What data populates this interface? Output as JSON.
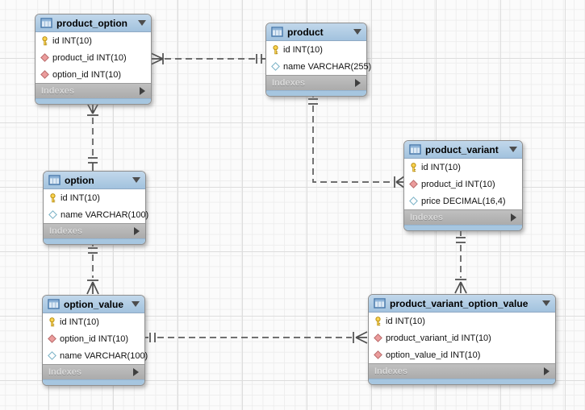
{
  "diagram": {
    "kind": "EER database diagram",
    "colors": {
      "table_header_bg": "#aac8e2",
      "footer_bar_bg": "#b4b4b4",
      "primary_key_icon_color": "#f7c63e",
      "foreign_key_icon_color": "#e89595",
      "attribute_icon_color": "#ffffff",
      "connector_color": "#5c5c5c"
    },
    "tables": [
      {
        "name": "product_option",
        "header_icon": "table-icon",
        "collapse_icon": "triangle-down-icon",
        "columns": [
          {
            "icon": "primary-key-icon",
            "label": "id INT(10)"
          },
          {
            "icon": "foreign-key-icon",
            "label": "product_id INT(10)"
          },
          {
            "icon": "foreign-key-icon",
            "label": "option_id INT(10)"
          }
        ],
        "footer": {
          "label": "Indexes",
          "expand_icon": "triangle-right-icon"
        }
      },
      {
        "name": "product",
        "header_icon": "table-icon",
        "collapse_icon": "triangle-down-icon",
        "columns": [
          {
            "icon": "primary-key-icon",
            "label": "id INT(10)"
          },
          {
            "icon": "attribute-icon",
            "label": "name VARCHAR(255)"
          }
        ],
        "footer": {
          "label": "Indexes",
          "expand_icon": "triangle-right-icon"
        }
      },
      {
        "name": "product_variant",
        "header_icon": "table-icon",
        "collapse_icon": "triangle-down-icon",
        "columns": [
          {
            "icon": "primary-key-icon",
            "label": "id INT(10)"
          },
          {
            "icon": "foreign-key-icon",
            "label": "product_id INT(10)"
          },
          {
            "icon": "attribute-icon",
            "label": "price DECIMAL(16,4)"
          }
        ],
        "footer": {
          "label": "Indexes",
          "expand_icon": "triangle-right-icon"
        }
      },
      {
        "name": "option",
        "header_icon": "table-icon",
        "collapse_icon": "triangle-down-icon",
        "columns": [
          {
            "icon": "primary-key-icon",
            "label": "id INT(10)"
          },
          {
            "icon": "attribute-icon",
            "label": "name VARCHAR(100)"
          }
        ],
        "footer": {
          "label": "Indexes",
          "expand_icon": "triangle-right-icon"
        }
      },
      {
        "name": "option_value",
        "header_icon": "table-icon",
        "collapse_icon": "triangle-down-icon",
        "columns": [
          {
            "icon": "primary-key-icon",
            "label": "id INT(10)"
          },
          {
            "icon": "foreign-key-icon",
            "label": "option_id INT(10)"
          },
          {
            "icon": "attribute-icon",
            "label": "name VARCHAR(100)"
          }
        ],
        "footer": {
          "label": "Indexes",
          "expand_icon": "triangle-right-icon"
        }
      },
      {
        "name": "product_variant_option_value",
        "header_icon": "table-icon",
        "collapse_icon": "triangle-down-icon",
        "columns": [
          {
            "icon": "primary-key-icon",
            "label": "id INT(10)"
          },
          {
            "icon": "foreign-key-icon",
            "label": "product_variant_id INT(10)"
          },
          {
            "icon": "foreign-key-icon",
            "label": "option_value_id INT(10)"
          }
        ],
        "footer": {
          "label": "Indexes",
          "expand_icon": "triangle-right-icon"
        }
      }
    ],
    "connectors": [
      {
        "many_end": "product_option",
        "one_end": "product",
        "style": "dashed",
        "notation": "crow-foot many to double-bar one"
      },
      {
        "many_end": "product_option",
        "one_end": "option",
        "style": "dashed",
        "notation": "crow-foot many to double-bar one"
      },
      {
        "many_end": "product_variant",
        "one_end": "product",
        "style": "dashed",
        "notation": "crow-foot many to double-bar one"
      },
      {
        "many_end": "option_value",
        "one_end": "option",
        "style": "dashed",
        "notation": "crow-foot many to double-bar one"
      },
      {
        "many_end": "product_variant_option_value",
        "one_end": "product_variant",
        "style": "dashed",
        "notation": "crow-foot many to double-bar one"
      },
      {
        "many_end": "product_variant_option_value",
        "one_end": "option_value",
        "style": "dashed",
        "notation": "crow-foot many to double-bar one"
      }
    ]
  }
}
